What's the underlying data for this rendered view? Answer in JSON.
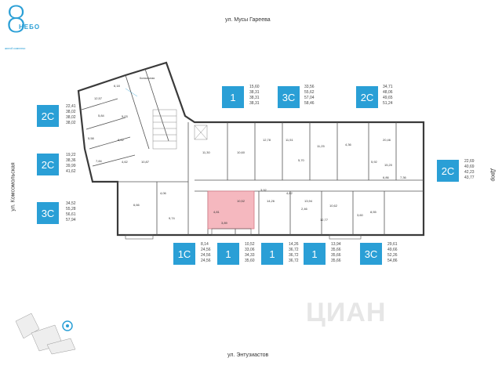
{
  "logo": {
    "number": "8",
    "word": "НЕБО",
    "subtitle": "жилой комплекс"
  },
  "streets": {
    "top": "ул. Мусы Гареева",
    "bottom": "ул. Энтузиастов",
    "left": "ул. Комсомольская",
    "right": "Двор"
  },
  "units": [
    {
      "type": "1",
      "areas": [
        "15,60",
        "38,31",
        "38,31",
        "38,31"
      ]
    },
    {
      "type": "3С",
      "areas": [
        "33,56",
        "55,62",
        "57,04",
        "58,46"
      ]
    },
    {
      "type": "2С",
      "areas": [
        "34,71",
        "48,06",
        "49,65",
        "51,24"
      ]
    },
    {
      "type": "2С",
      "areas": [
        "22,41",
        "38,02",
        "38,02",
        "38,02"
      ]
    },
    {
      "type": "2С",
      "areas": [
        "19,22",
        "38,36",
        "39,99",
        "41,62"
      ]
    },
    {
      "type": "3С",
      "areas": [
        "34,52",
        "55,28",
        "56,61",
        "57,94"
      ]
    },
    {
      "type": "2С",
      "areas": [
        "22,69",
        "40,69",
        "42,23",
        "43,77"
      ]
    },
    {
      "type": "1С",
      "areas": [
        "8,14",
        "24,56",
        "24,56",
        "24,56"
      ]
    },
    {
      "type": "1",
      "areas": [
        "10,52",
        "33,06",
        "34,33",
        "35,60"
      ]
    },
    {
      "type": "1",
      "areas": [
        "14,26",
        "36,72",
        "36,72",
        "36,72"
      ]
    },
    {
      "type": "1",
      "areas": [
        "13,94",
        "35,66",
        "35,66",
        "35,66"
      ]
    },
    {
      "type": "3С",
      "areas": [
        "29,61",
        "49,66",
        "52,26",
        "54,86"
      ]
    }
  ],
  "rooms": {
    "r1": "12,57",
    "r2": "6,18",
    "r3": "5,84",
    "r4": "5,03",
    "r5": "5,58",
    "r6": "8,02",
    "r7": "7,84",
    "r8": "4,62",
    "r9": "10,87",
    "r10": "11,30",
    "r11": "10,60",
    "r12": "12,78",
    "r13": "11,51",
    "r14": "11,25",
    "r15": "4,36",
    "r16": "20,46",
    "r17": "5,92",
    "r18": "5,70",
    "r19": "15,20",
    "r20": "6,86",
    "r21": "7,36",
    "r22": "4,81",
    "r23": "10,52",
    "r24": "14,26",
    "r25": "13,94",
    "r26": "12,77",
    "r27": "10,62",
    "r28": "8,55",
    "r29": "9,74",
    "r30": "3,89",
    "r31": "6,66",
    "r32": "4,82",
    "r33": "4,06",
    "r34": "2,46",
    "r35": "3,92",
    "r36": "3,60"
  },
  "labels": {
    "elevator_hall": "Колясочная"
  },
  "watermark": "ЦИАН",
  "colors": {
    "accent": "#2a9fd6",
    "highlight": "#f5b8bf",
    "wall": "#3a3a3a"
  }
}
